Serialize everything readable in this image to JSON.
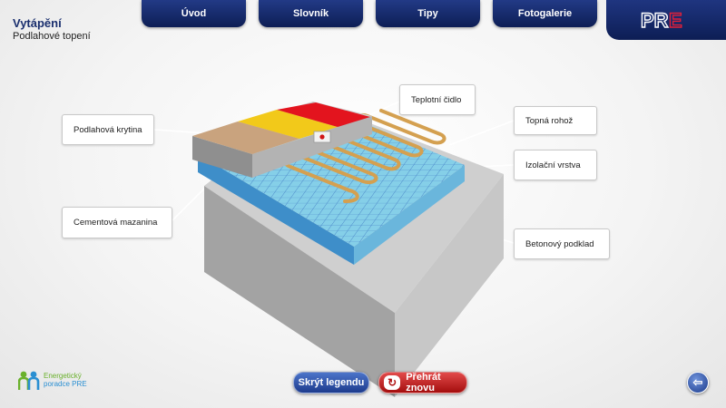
{
  "page": {
    "title": "Vytápění",
    "subtitle": "Podlahové topení"
  },
  "nav": {
    "tabs": [
      "Úvod",
      "Slovník",
      "Tipy",
      "Fotogalerie"
    ]
  },
  "logo": {
    "text_main": "PR",
    "text_accent": "E"
  },
  "legend": {
    "floor_covering": "Podlahová krytina",
    "temp_sensor": "Teplotní čidlo",
    "heating_mat": "Topná rohož",
    "insulation": "Izolační vrstva",
    "screed": "Cementová mazanina",
    "concrete_base": "Betonový podklad"
  },
  "buttons": {
    "hide_legend": "Skrýt legendu",
    "replay": "Přehrát znovu"
  },
  "brand": {
    "line1": "Energetický",
    "line2": "poradce PRE"
  },
  "colors": {
    "navy": "#13266a",
    "red": "#c8102e",
    "cable": "#d4a050",
    "insulation": "#7fc9e3"
  }
}
